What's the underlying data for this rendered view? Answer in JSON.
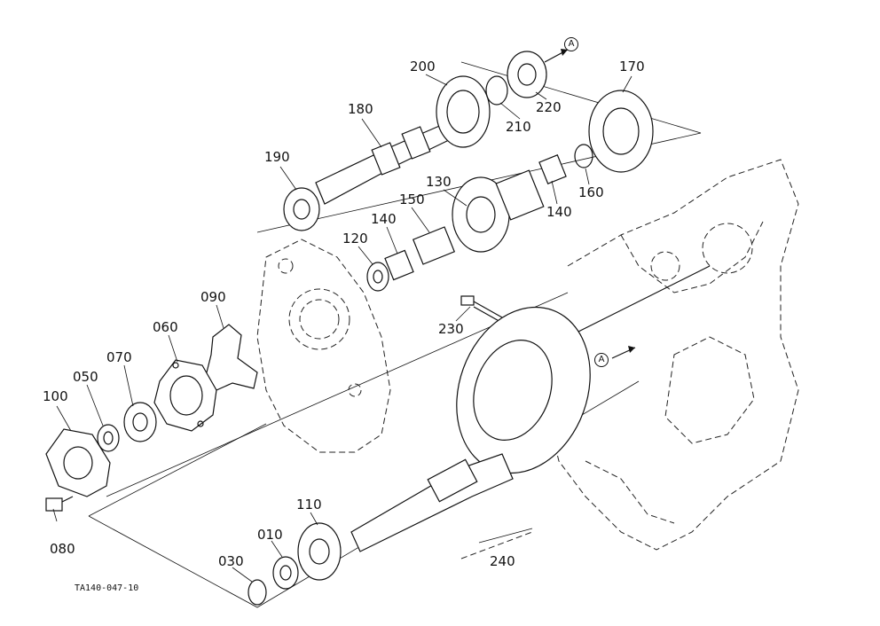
{
  "diagram": {
    "code": "TA140-047-10",
    "reference_mark": "A",
    "callouts": [
      {
        "id": "100",
        "label": "100"
      },
      {
        "id": "050",
        "label": "050"
      },
      {
        "id": "070",
        "label": "070"
      },
      {
        "id": "060",
        "label": "060"
      },
      {
        "id": "090",
        "label": "090"
      },
      {
        "id": "080",
        "label": "080"
      },
      {
        "id": "190",
        "label": "190"
      },
      {
        "id": "180",
        "label": "180"
      },
      {
        "id": "200",
        "label": "200"
      },
      {
        "id": "210",
        "label": "210"
      },
      {
        "id": "220",
        "label": "220"
      },
      {
        "id": "170",
        "label": "170"
      },
      {
        "id": "160",
        "label": "160"
      },
      {
        "id": "140a",
        "label": "140"
      },
      {
        "id": "130",
        "label": "130"
      },
      {
        "id": "150",
        "label": "150"
      },
      {
        "id": "140b",
        "label": "140"
      },
      {
        "id": "120",
        "label": "120"
      },
      {
        "id": "230",
        "label": "230"
      },
      {
        "id": "110",
        "label": "110"
      },
      {
        "id": "010",
        "label": "010"
      },
      {
        "id": "030",
        "label": "030"
      },
      {
        "id": "240",
        "label": "240"
      }
    ]
  }
}
